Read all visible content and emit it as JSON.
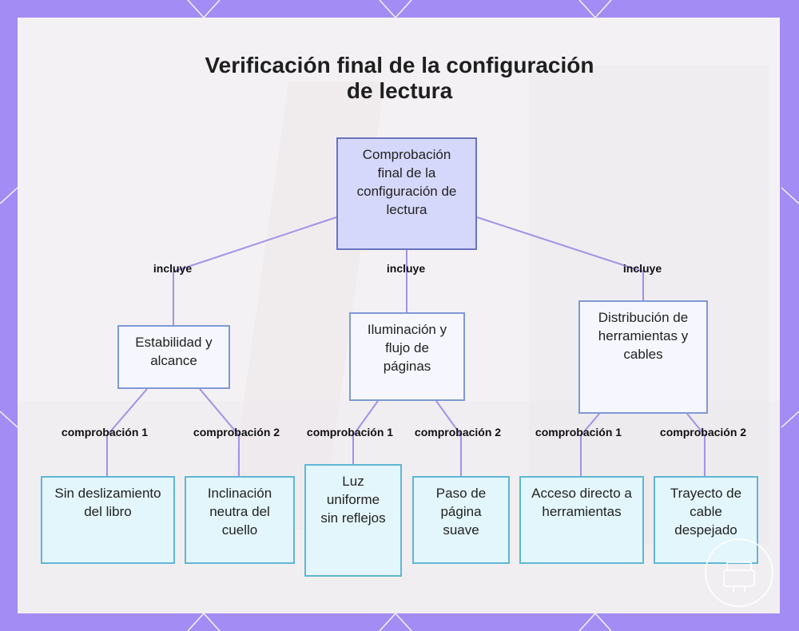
{
  "title": "Verificación final de la configuración de lectura",
  "root": {
    "label": "Comprobación final de la configuración de lectura"
  },
  "edge_label_root": "incluye",
  "branches": [
    {
      "label": "Estabilidad y alcance",
      "edge_label": "incluye",
      "checks": [
        {
          "edge_label": "comprobación 1",
          "label": "Sin deslizamiento del libro"
        },
        {
          "edge_label": "comprobación 2",
          "label": "Inclinación neutra del cuello"
        }
      ]
    },
    {
      "label": "Iluminación y flujo de páginas",
      "edge_label": "incluye",
      "checks": [
        {
          "edge_label": "comprobación 1",
          "label": "Luz uniforme sin reflejos"
        },
        {
          "edge_label": "comprobación 2",
          "label": "Paso de página suave"
        }
      ]
    },
    {
      "label": "Distribución de herramientas y cables",
      "edge_label": "incluye",
      "checks": [
        {
          "edge_label": "comprobación 1",
          "label": "Acceso directo a herramientas"
        },
        {
          "edge_label": "comprobación 2",
          "label": "Trayecto de cable despejado"
        }
      ]
    }
  ],
  "colors": {
    "frame": "#a38cf3",
    "connector": "#a590e6",
    "root_fill": "#d6d8fb",
    "branch_fill": "#f6f7fe",
    "leaf_fill": "#e3f6fb"
  }
}
